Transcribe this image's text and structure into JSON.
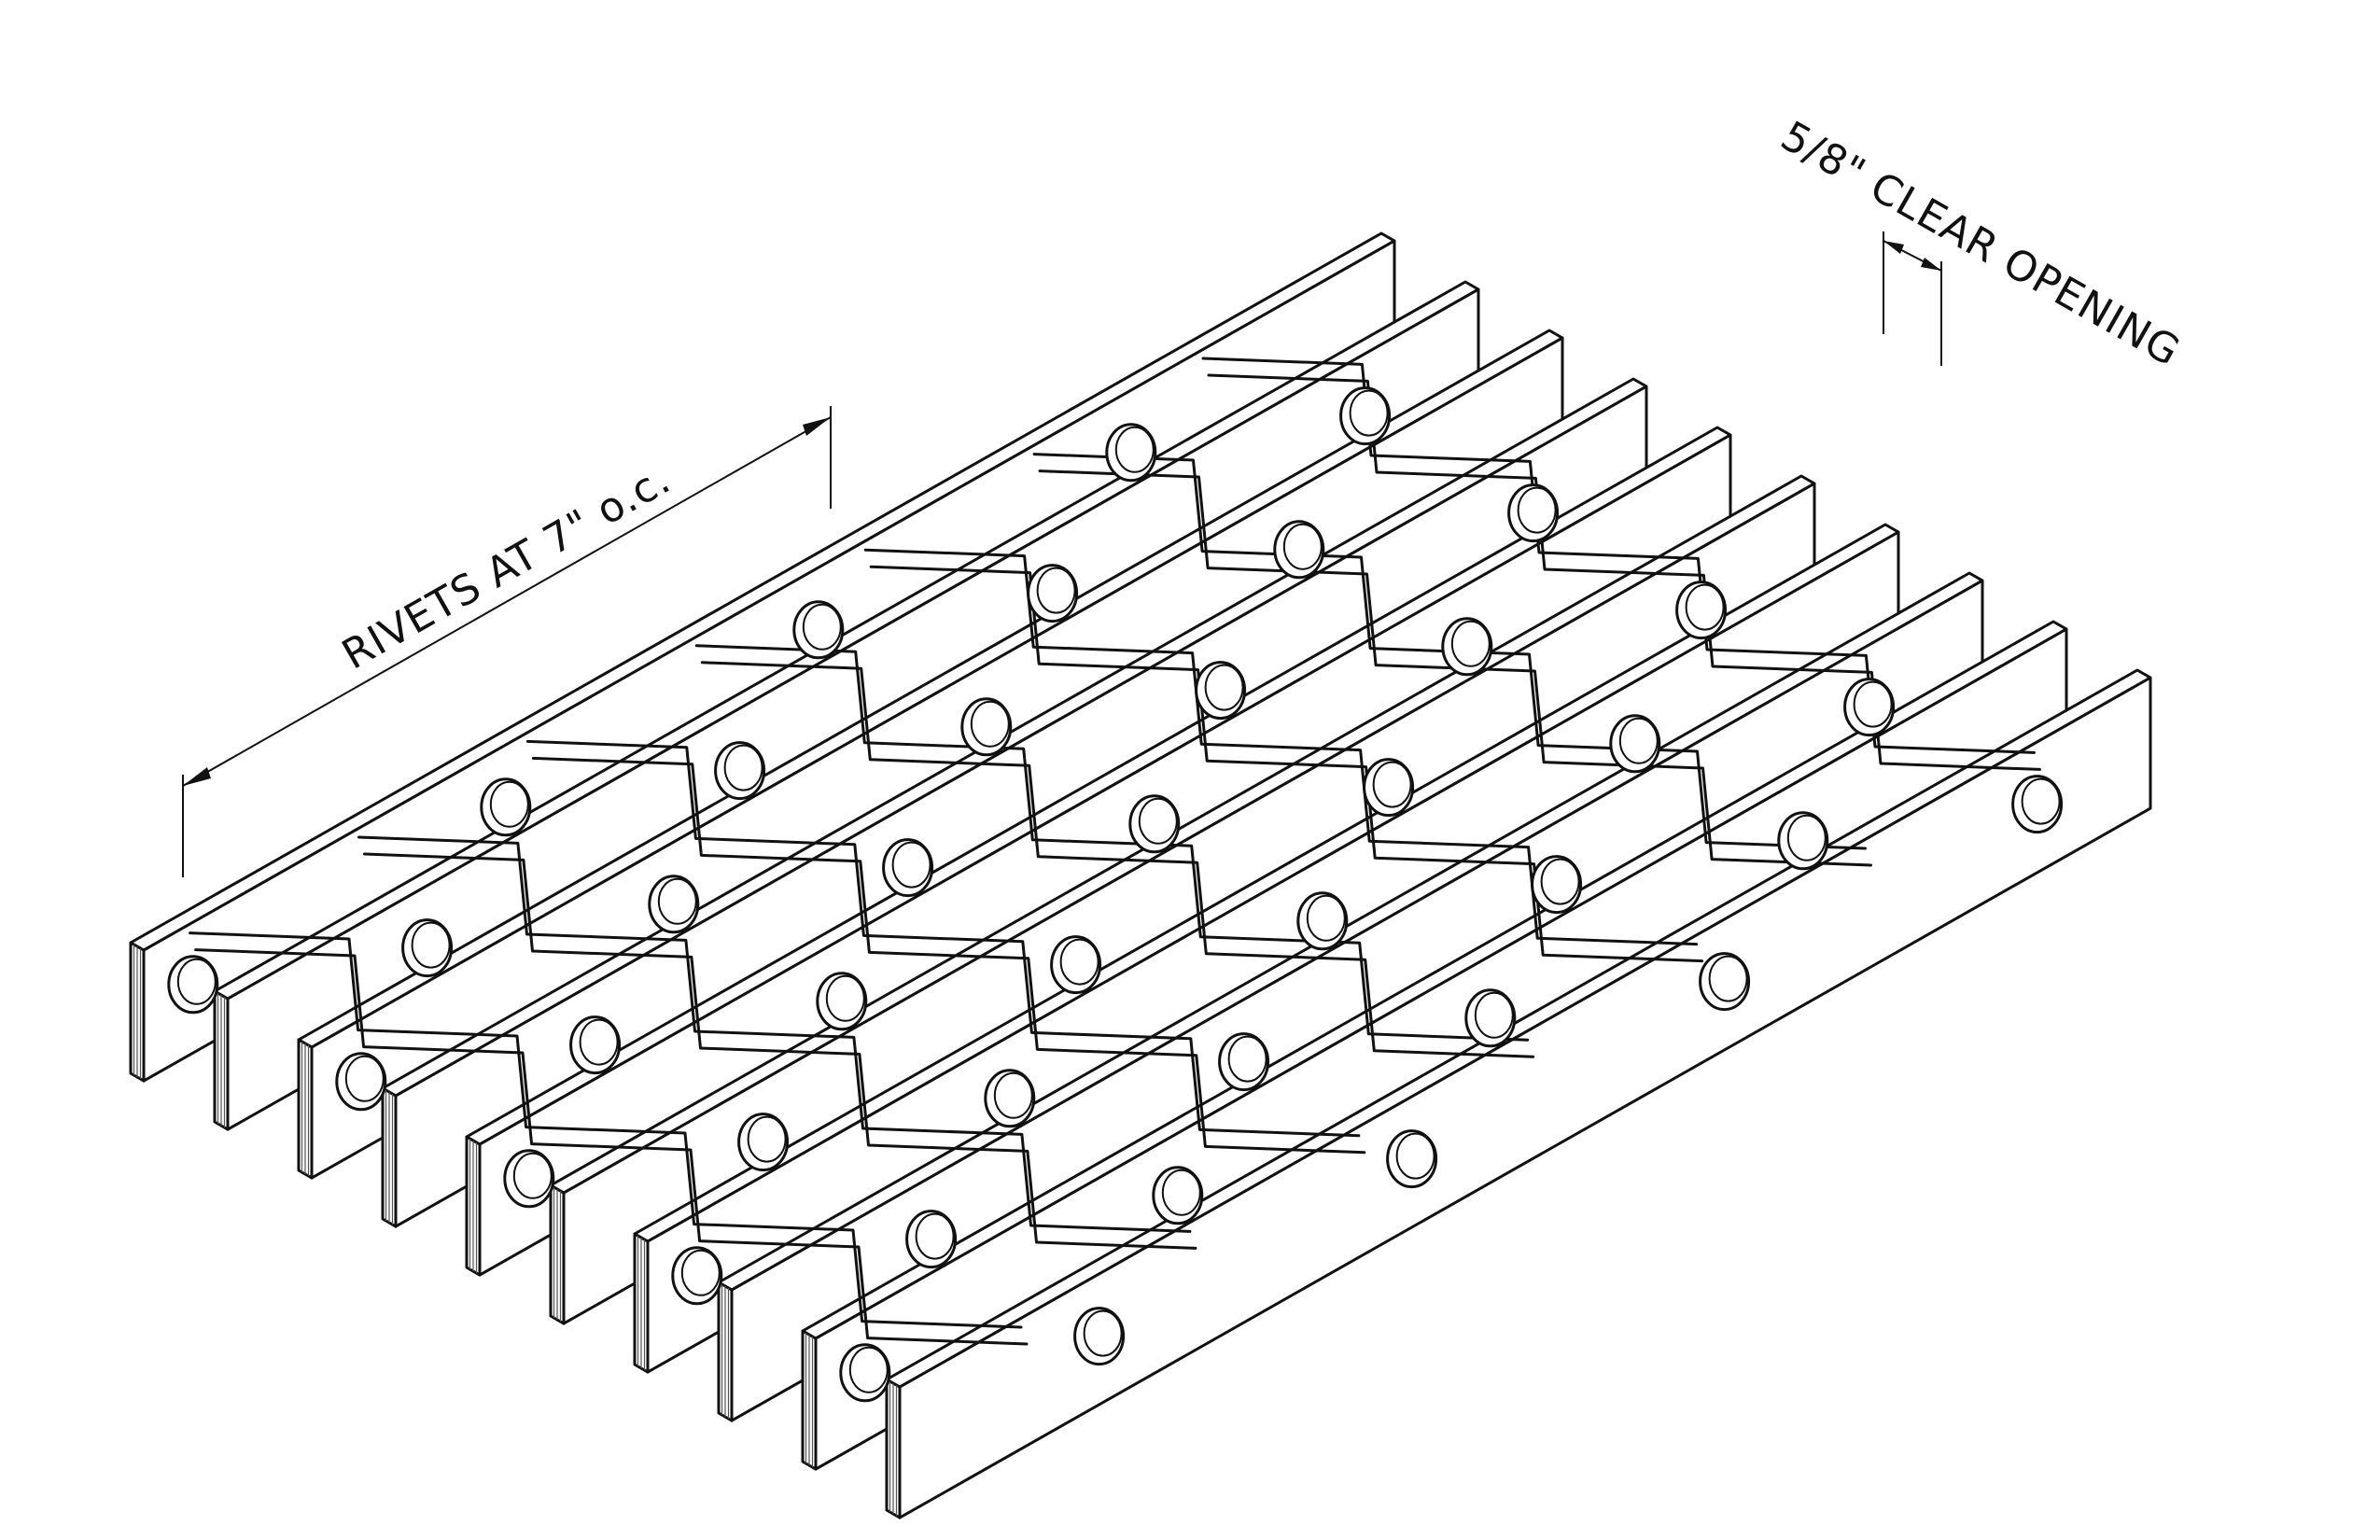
{
  "drawing": {
    "subject": "riveted grating",
    "labels": {
      "rivet_spacing": "RIVETS AT 7\" o.c.",
      "clear_opening": "5/8\" CLEAR OPENING"
    },
    "bar_count": 10,
    "colors": {
      "line": "#111111",
      "hatch": "#555555",
      "background": "#ffffff"
    }
  }
}
